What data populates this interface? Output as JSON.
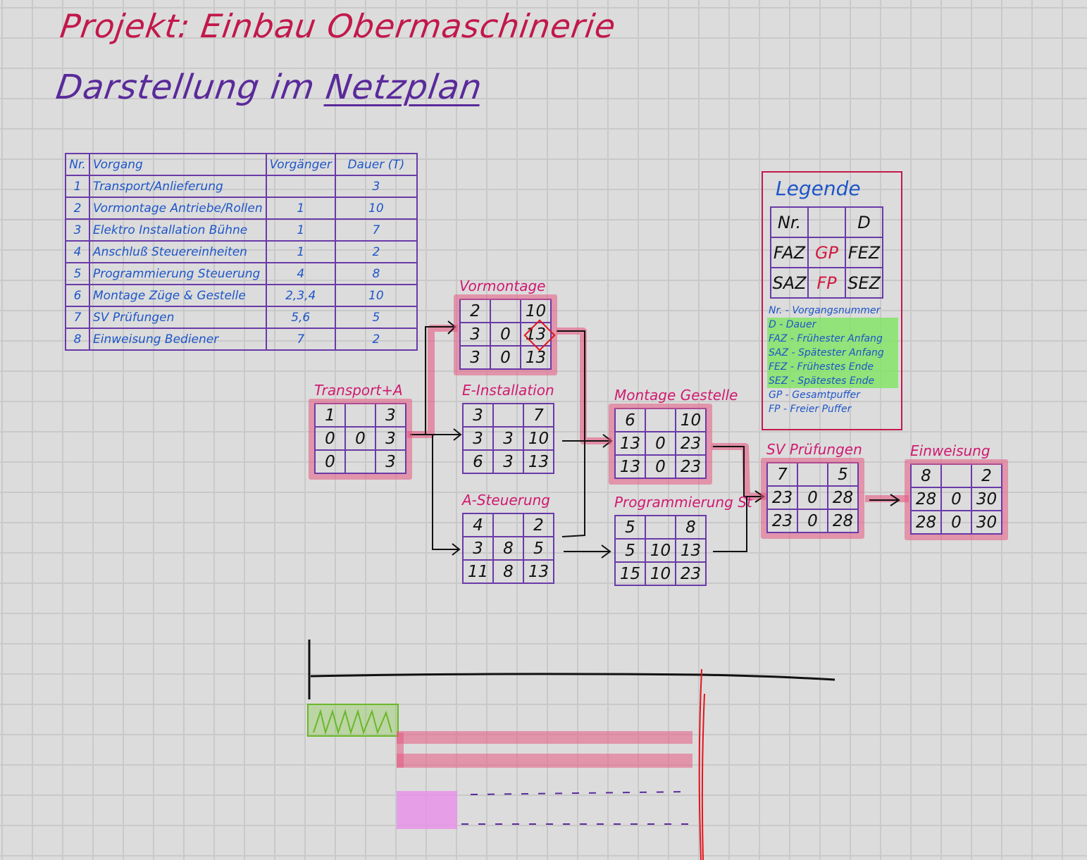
{
  "title": {
    "line1": "Projekt: Einbau Obermaschinerie",
    "line2_prefix": "Darstellung im ",
    "line2_underlined": "Netzplan"
  },
  "task_table": {
    "headers": [
      "Nr.",
      "Vorgang",
      "Vorgänger",
      "Dauer (T)"
    ],
    "rows": [
      {
        "nr": "1",
        "vorgang": "Transport/Anlieferung",
        "vorgaenger": "",
        "dauer": "3"
      },
      {
        "nr": "2",
        "vorgang": "Vormontage Antriebe/Rollen",
        "vorgaenger": "1",
        "dauer": "10"
      },
      {
        "nr": "3",
        "vorgang": "Elektro Installation Bühne",
        "vorgaenger": "1",
        "dauer": "7"
      },
      {
        "nr": "4",
        "vorgang": "Anschluß Steuereinheiten",
        "vorgaenger": "1",
        "dauer": "2"
      },
      {
        "nr": "5",
        "vorgang": "Programmierung Steuerung",
        "vorgaenger": "4",
        "dauer": "8"
      },
      {
        "nr": "6",
        "vorgang": "Montage Züge & Gestelle",
        "vorgaenger": "2,3,4",
        "dauer": "10"
      },
      {
        "nr": "7",
        "vorgang": "SV Prüfungen",
        "vorgaenger": "5,6",
        "dauer": "5"
      },
      {
        "nr": "8",
        "vorgang": "Einweisung Bediener",
        "vorgaenger": "7",
        "dauer": "2"
      }
    ]
  },
  "legend": {
    "title": "Legende",
    "grid": [
      [
        "Nr.",
        "",
        "D"
      ],
      [
        "FAZ",
        "GP",
        "FEZ"
      ],
      [
        "SAZ",
        "FP",
        "SEZ"
      ]
    ],
    "entries": [
      {
        "text": "Nr. - Vorgangsnummer",
        "highlight": false
      },
      {
        "text": "D - Dauer",
        "highlight": true
      },
      {
        "text": "FAZ - Frühester Anfang",
        "highlight": true
      },
      {
        "text": "SAZ - Spätester Anfang",
        "highlight": true
      },
      {
        "text": "FEZ - Frühestes Ende",
        "highlight": true
      },
      {
        "text": "SEZ - Spätestes Ende",
        "highlight": true
      },
      {
        "text": "GP - Gesamtpuffer",
        "highlight": false
      },
      {
        "text": "FP - Freier Puffer",
        "highlight": false
      }
    ]
  },
  "nodes": [
    {
      "id": "transport",
      "label": "Transport+A",
      "critical": true,
      "grid": [
        [
          "1",
          "",
          "3"
        ],
        [
          "0",
          "0",
          "3"
        ],
        [
          "0",
          "",
          "3"
        ]
      ]
    },
    {
      "id": "vormontage",
      "label": "Vormontage",
      "critical": true,
      "grid": [
        [
          "2",
          "",
          "10"
        ],
        [
          "3",
          "0",
          "13"
        ],
        [
          "3",
          "0",
          "13"
        ]
      ]
    },
    {
      "id": "e-installation",
      "label": "E-Installation",
      "critical": false,
      "grid": [
        [
          "3",
          "",
          "7"
        ],
        [
          "3",
          "3",
          "10"
        ],
        [
          "6",
          "3",
          "13"
        ]
      ]
    },
    {
      "id": "a-steuerung",
      "label": "A-Steuerung",
      "critical": false,
      "grid": [
        [
          "4",
          "",
          "2"
        ],
        [
          "3",
          "8",
          "5"
        ],
        [
          "11",
          "8",
          "13"
        ]
      ]
    },
    {
      "id": "montage-gestelle",
      "label": "Montage Gestelle",
      "critical": true,
      "grid": [
        [
          "6",
          "",
          "10"
        ],
        [
          "13",
          "0",
          "23"
        ],
        [
          "13",
          "0",
          "23"
        ]
      ]
    },
    {
      "id": "programmierung",
      "label": "Programmierung St",
      "critical": false,
      "grid": [
        [
          "5",
          "",
          "8"
        ],
        [
          "5",
          "10",
          "13"
        ],
        [
          "15",
          "10",
          "23"
        ]
      ]
    },
    {
      "id": "sv-pruefungen",
      "label": "SV Prüfungen",
      "critical": true,
      "grid": [
        [
          "7",
          "",
          "5"
        ],
        [
          "23",
          "0",
          "28"
        ],
        [
          "23",
          "0",
          "28"
        ]
      ]
    },
    {
      "id": "einweisung",
      "label": "Einweisung",
      "critical": true,
      "grid": [
        [
          "8",
          "",
          "2"
        ],
        [
          "28",
          "0",
          "30"
        ],
        [
          "28",
          "0",
          "30"
        ]
      ]
    }
  ],
  "colors": {
    "title_red": "#c2184b",
    "title_purple": "#5a2a9a",
    "table_ink": "#1e56c8",
    "grid_lines": "#6a3aa8",
    "critical_path": "#e65a82",
    "legend_highlight": "#78e65a",
    "gantt_green": "#6ab82a",
    "gantt_pink": "#e890e8",
    "deadline_red": "#e3141e"
  }
}
